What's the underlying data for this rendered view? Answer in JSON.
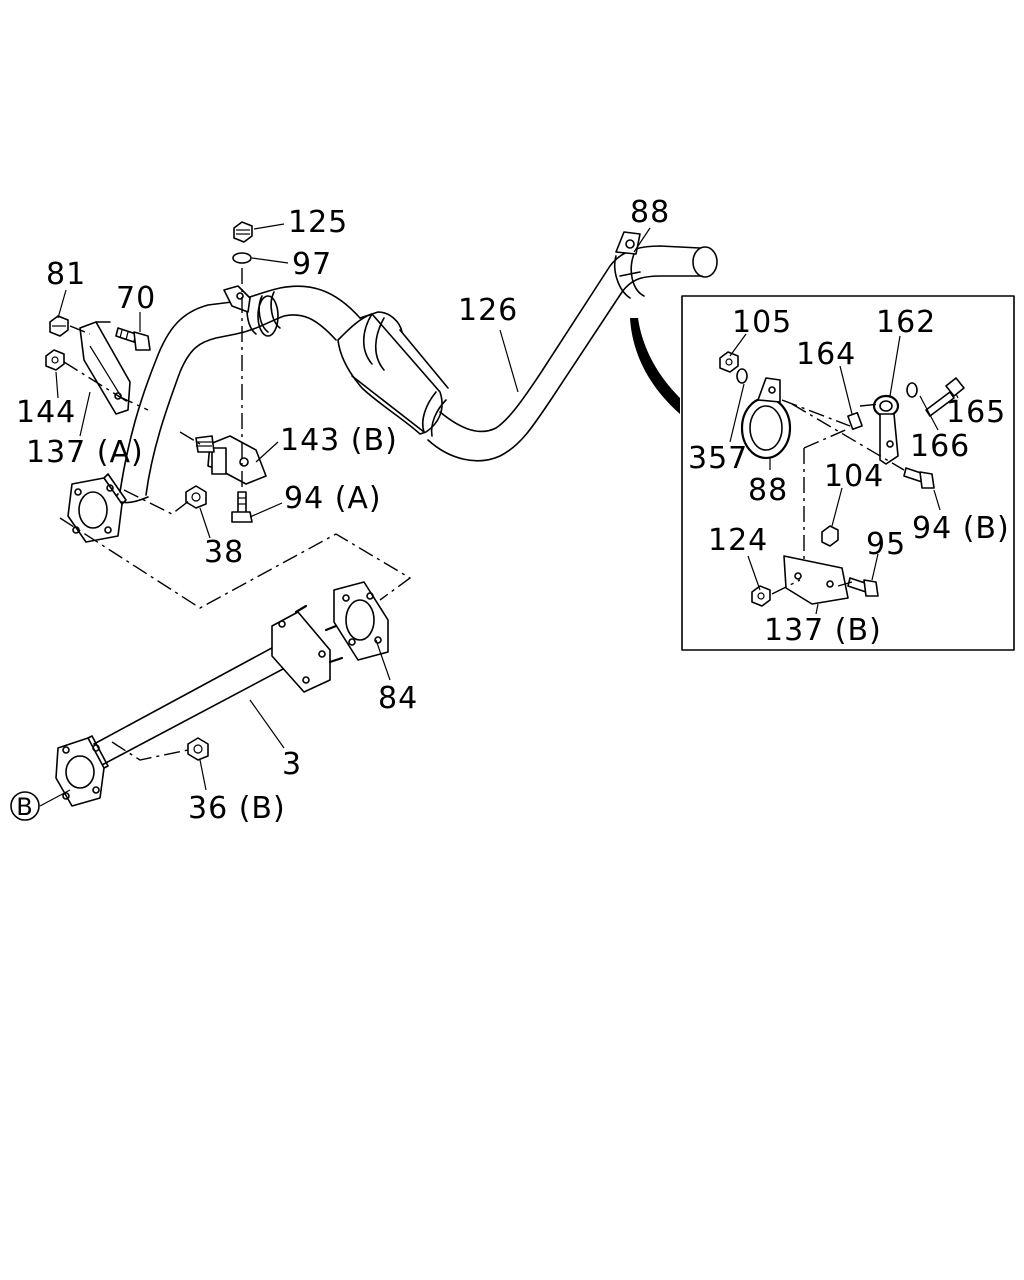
{
  "diagram": {
    "labels": {
      "p125": "125",
      "p97": "97",
      "p81": "81",
      "p70": "70",
      "p144": "144",
      "p137a": "137 (A)",
      "p143b": "143 (B)",
      "p94a": "94 (A)",
      "p38": "38",
      "p126": "126",
      "p88_top": "88",
      "p84": "84",
      "p3": "3",
      "p36b": "36 (B)",
      "ref_b": "B"
    },
    "inset": {
      "labels": {
        "p105": "105",
        "p162": "162",
        "p164": "164",
        "p165": "165",
        "p166": "166",
        "p357": "357",
        "p88": "88",
        "p104": "104",
        "p94b": "94 (B)",
        "p124": "124",
        "p95": "95",
        "p137b": "137 (B)"
      }
    }
  }
}
